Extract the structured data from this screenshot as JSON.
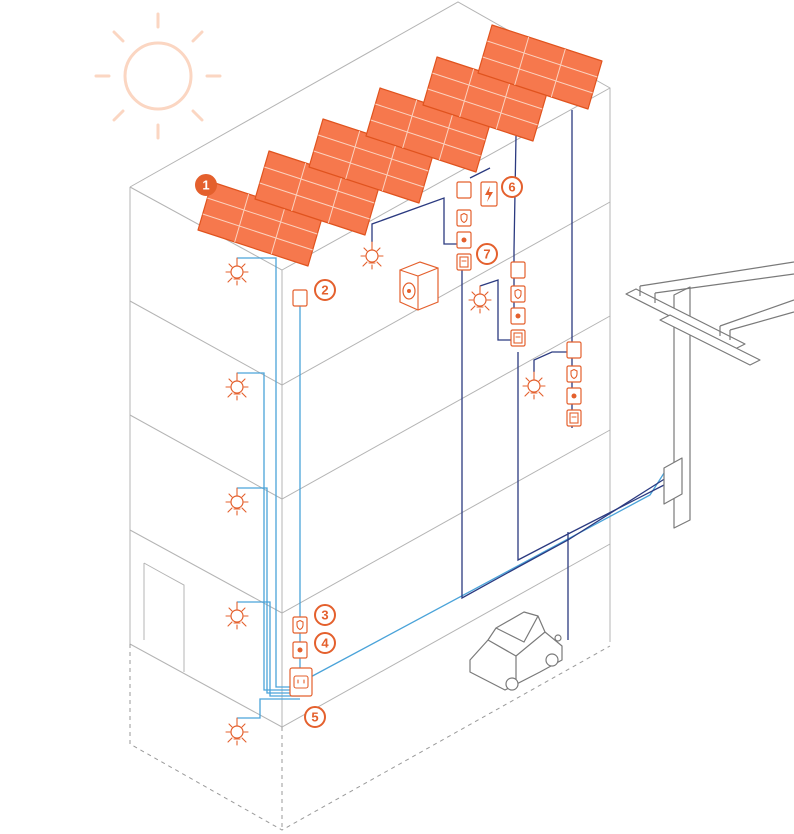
{
  "diagram": {
    "callouts": [
      {
        "number": "1",
        "item": "solar-panels"
      },
      {
        "number": "2",
        "item": "roof-device"
      },
      {
        "number": "3",
        "item": "breaker-device"
      },
      {
        "number": "4",
        "item": "meter-device"
      },
      {
        "number": "5",
        "item": "wall-socket"
      },
      {
        "number": "6",
        "item": "inverter-device"
      },
      {
        "number": "7",
        "item": "apartment-meter"
      }
    ],
    "icons": [
      "sun-icon",
      "solar-panel-icon",
      "light-bulb-icon",
      "washing-machine-icon",
      "car-icon",
      "utility-pole-icon",
      "socket-icon",
      "lightning-icon",
      "shield-icon"
    ],
    "colors": {
      "accent": "#e4602d",
      "panel": "#f6784d",
      "wire_light": "#4aa3d9",
      "wire_dark": "#2b3a80",
      "structure": "#b4b4b4",
      "sun": "#fbd6c2"
    }
  }
}
